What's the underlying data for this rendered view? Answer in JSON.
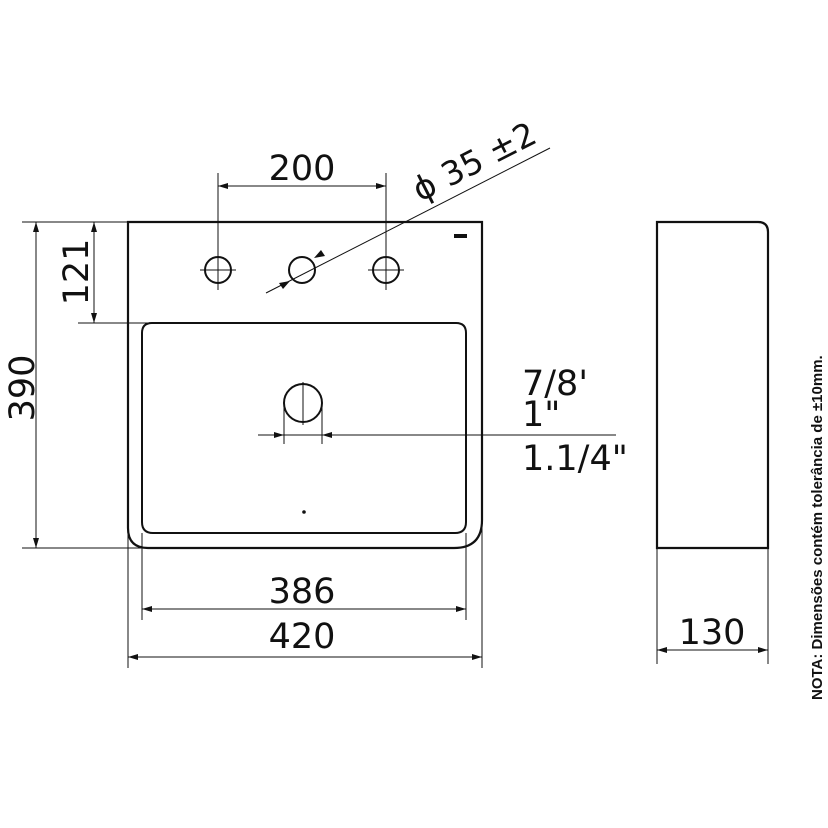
{
  "dimensions": {
    "faucet_spacing": "200",
    "hole_diameter": "ϕ 35  ±2",
    "height_to_basin": "121",
    "total_height": "390",
    "inner_width": "386",
    "total_width": "420",
    "depth": "130"
  },
  "drain_sizes": [
    "7/8'",
    "1\"",
    "1.1/4\""
  ],
  "note": "NOTA: Dimensões  contém tolerância de ±10mm."
}
